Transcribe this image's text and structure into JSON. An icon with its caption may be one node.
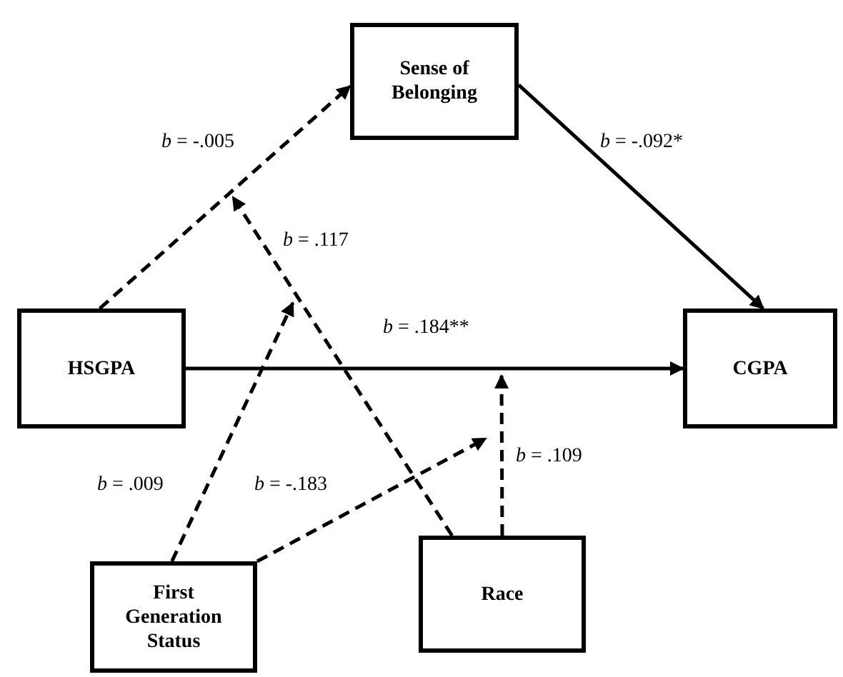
{
  "diagram": {
    "nodes": [
      {
        "text": [
          "Sense of Belonging"
        ]
      },
      {
        "text": [
          "HSGPA"
        ]
      },
      {
        "text": [
          "CGPA"
        ]
      },
      {
        "text": [
          "First Generation Status"
        ]
      },
      {
        "text": [
          "Race"
        ]
      }
    ],
    "edges": [
      {
        "from": 1,
        "to": 0,
        "arrow": "to",
        "style": "dashed",
        "label": "*b* = -.005"
      },
      {
        "from": 0,
        "to": 2,
        "arrow": "to",
        "label": "*b* = -.092*"
      },
      {
        "from": 1,
        "to": 2,
        "arrow": "to",
        "label": "*b* = .184**"
      },
      {
        "from": 3,
        "to": null,
        "arrow": "to",
        "style": "dashed",
        "label": "*b* = .009"
      },
      {
        "from": 3,
        "to": null,
        "arrow": "to",
        "style": "dashed",
        "label": "*b* = -.183"
      },
      {
        "from": 4,
        "to": null,
        "arrow": "to",
        "style": "dashed",
        "label": "*b* = .117"
      },
      {
        "from": 4,
        "to": null,
        "arrow": "to",
        "style": "dashed",
        "label": "*b* = .109"
      }
    ]
  }
}
